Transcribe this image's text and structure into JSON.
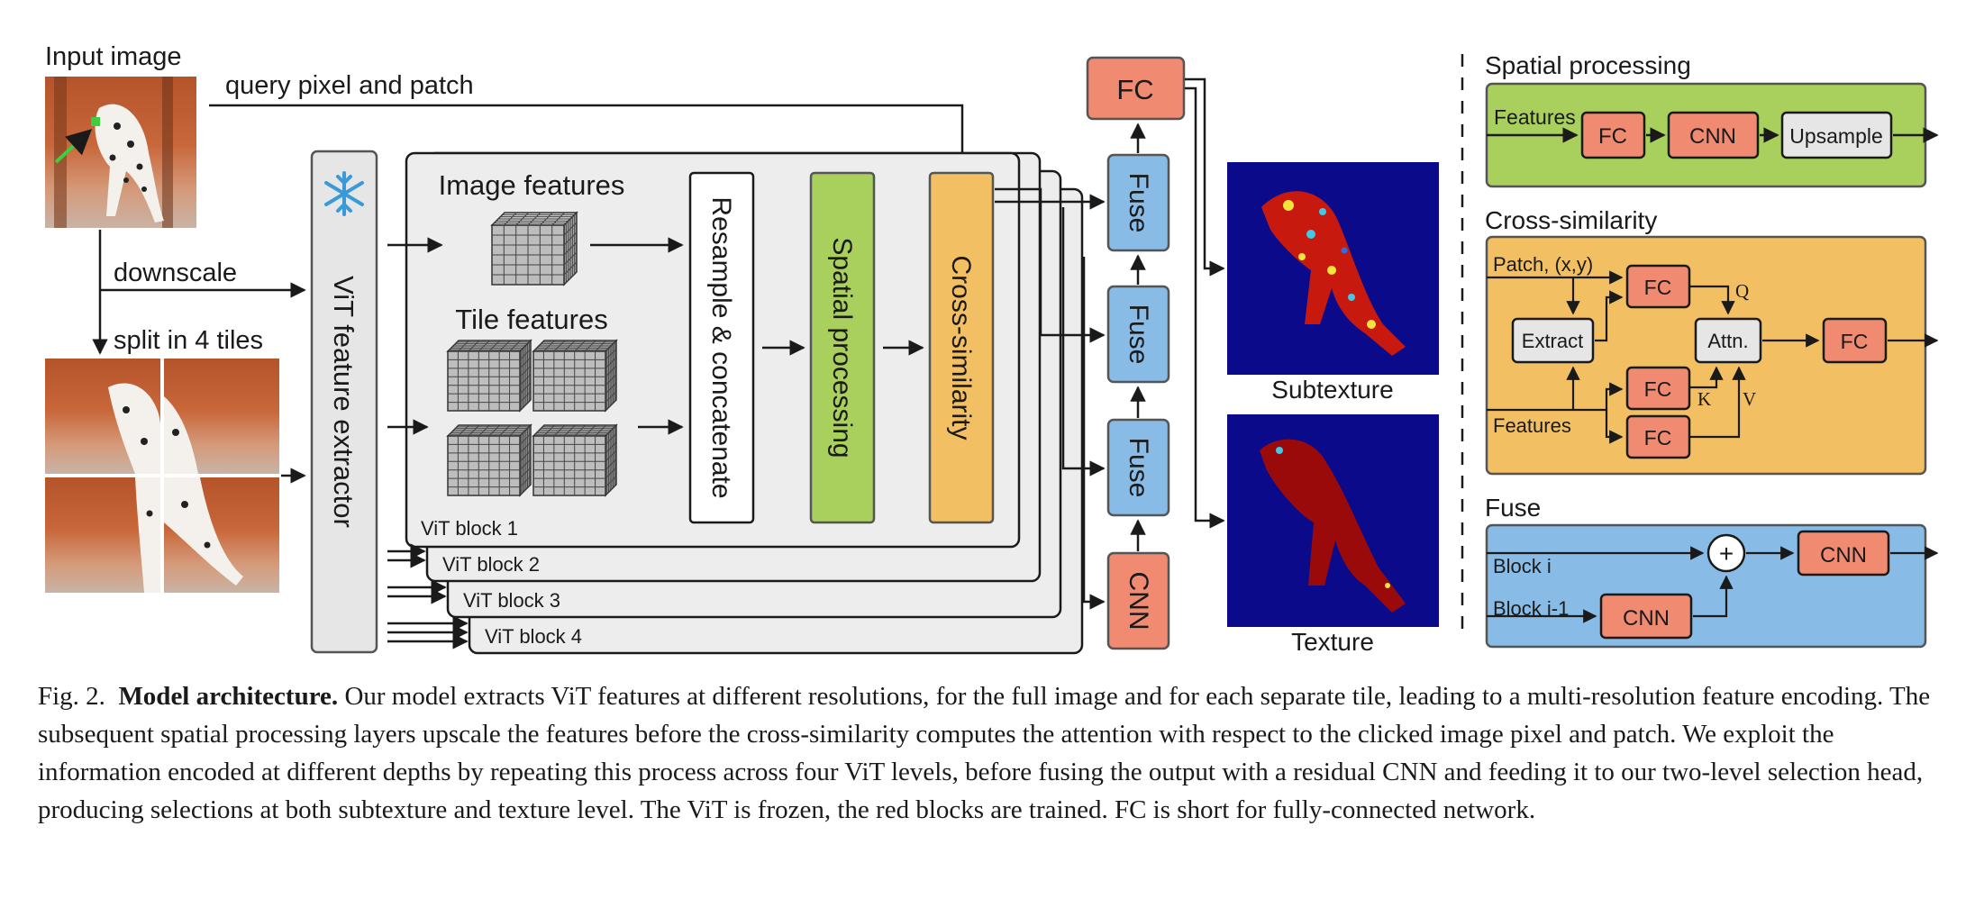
{
  "input": {
    "title": "Input image",
    "query": "query pixel and patch",
    "downscale": "downscale",
    "split": "split in 4 tiles"
  },
  "vit": {
    "extractor": "ViT feature extractor",
    "image_features": "Image features",
    "tile_features": "Tile features",
    "resample": "Resample & concatenate",
    "spatial": "Spatial processing",
    "cross": "Cross-similarity",
    "blocks": [
      "ViT block 1",
      "ViT block 2",
      "ViT block 3",
      "ViT block 4"
    ]
  },
  "head": {
    "fc": "FC",
    "fuse": "Fuse",
    "cnn": "CNN",
    "subtexture": "Subtexture",
    "texture": "Texture"
  },
  "spatial_panel": {
    "title": "Spatial processing",
    "features": "Features",
    "fc": "FC",
    "cnn": "CNN",
    "upsample": "Upsample"
  },
  "cross_panel": {
    "title": "Cross-similarity",
    "patch": "Patch, (x,y)",
    "features": "Features",
    "extract": "Extract",
    "attn": "Attn.",
    "fc": "FC",
    "q": "Q",
    "k": "K",
    "v": "V"
  },
  "fuse_panel": {
    "title": "Fuse",
    "block_i": "Block i",
    "block_i1": "Block i-1",
    "plus": "+",
    "cnn": "CNN"
  },
  "caption": {
    "fig": "Fig. 2.",
    "bold": "Model architecture.",
    "text": "Our model extracts ViT features at different resolutions, for the full image and for each separate tile, leading to a multi-resolution feature encoding. The subsequent spatial processing layers upscale the features before the cross-similarity computes the attention with respect to the clicked image pixel and patch. We exploit the information encoded at different depths by repeating this process across four ViT levels, before fusing the output with a residual CNN and feeding it to our two-level selection head, producing selections at both subtexture and texture level. The ViT is frozen, the red blocks are trained. FC is short for fully-connected network."
  },
  "colors": {
    "fc_red": "#f08a70",
    "fuse_blue": "#88bbe6",
    "spatial_green": "#a9cf5d",
    "cross_orange": "#f3bf63",
    "gray_box": "#e6e6e6",
    "map_bg": "#0a0a8a",
    "snowflake_blue": "#3a9ad9"
  }
}
